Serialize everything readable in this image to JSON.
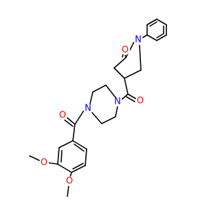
{
  "molecule": {
    "atom_colors": {
      "O": "#ff0000",
      "N": "#0000ff",
      "C": "#000000"
    },
    "labels": {
      "o_lactam": "O",
      "n_lactam": "N",
      "o_amide_upper": "O",
      "n_piperazine_upper": "N",
      "n_piperazine_lower": "N",
      "o_amide_lower": "O",
      "o_methoxy_upper": "O",
      "o_methoxy_lower": "O"
    }
  }
}
